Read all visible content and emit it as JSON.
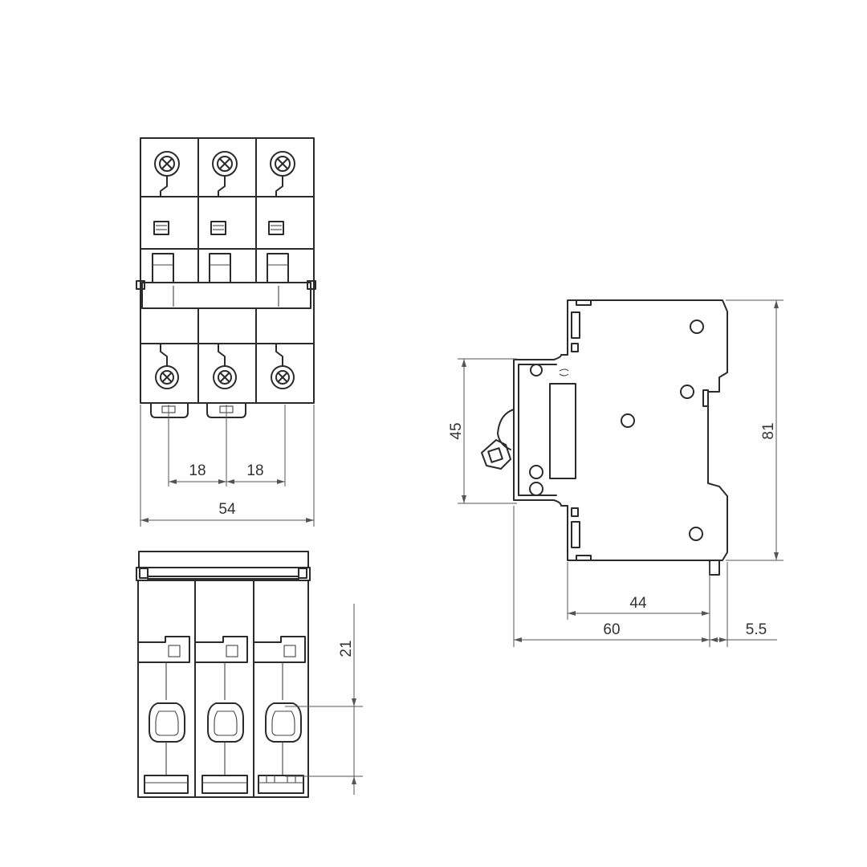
{
  "front_view": {
    "pole_pitch_1": "18",
    "pole_pitch_2": "18",
    "total_width": "54"
  },
  "bottom_view": {
    "depth_offset": "21"
  },
  "side_view": {
    "front_height": "45",
    "total_height": "81",
    "body_depth": "44",
    "rail_depth": "60",
    "rear_step": "5.5"
  }
}
